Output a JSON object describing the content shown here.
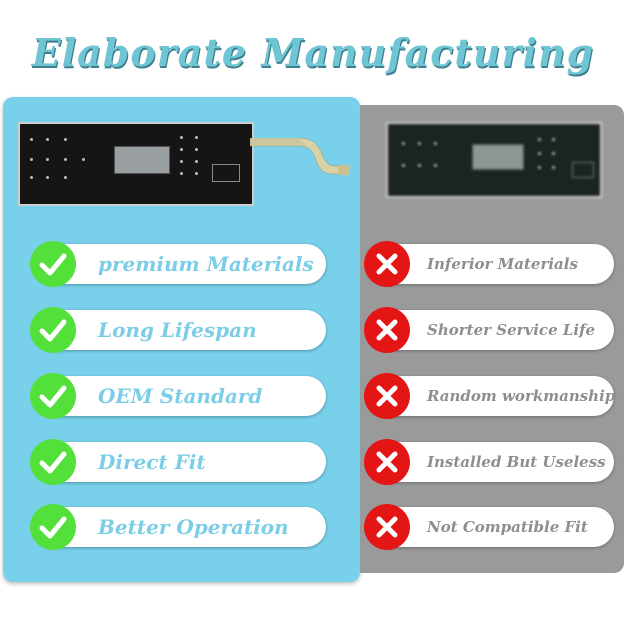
{
  "title": "Elaborate Manufacturing",
  "colors": {
    "accent_blue": "#78d0ea",
    "title_blue": "#6fc5d3",
    "good_green": "#53e03b",
    "bad_red": "#e31515",
    "panel_gray": "#9a9a9a"
  },
  "good": {
    "icon": "check-icon",
    "items": [
      {
        "label": "premium Materials"
      },
      {
        "label": "Long Lifespan"
      },
      {
        "label": "OEM Standard"
      },
      {
        "label": "Direct Fit"
      },
      {
        "label": "Better Operation"
      }
    ]
  },
  "bad": {
    "icon": "cross-icon",
    "items": [
      {
        "label": "Inferior Materials"
      },
      {
        "label": "Shorter Service Life"
      },
      {
        "label": "Random workmanship"
      },
      {
        "label": "Installed But Useless"
      },
      {
        "label": "Not Compatible Fit"
      }
    ]
  }
}
